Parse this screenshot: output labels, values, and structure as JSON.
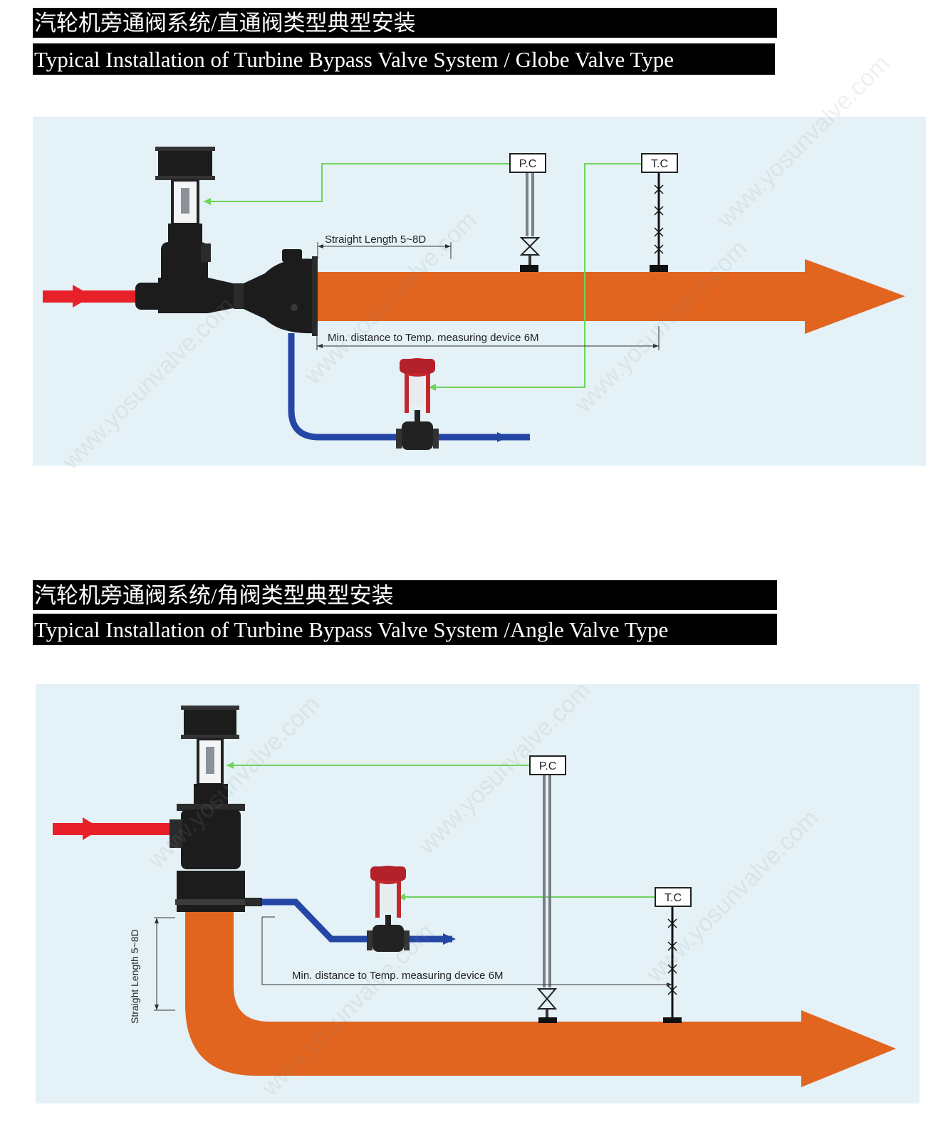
{
  "section1": {
    "title_cn": "汽轮机旁通阀系统/直通阀类型典型安装",
    "title_en": "Typical Installation of Turbine Bypass Valve System / Globe Valve Type",
    "pc_label": "P.C",
    "tc_label": "T.C",
    "straight_length": "Straight Length 5~8D",
    "min_distance": "Min. distance to Temp. measuring device 6M"
  },
  "section2": {
    "title_cn": "汽轮机旁通阀系统/角阀类型典型安装",
    "title_en": "Typical Installation of Turbine Bypass Valve System /Angle Valve Type",
    "pc_label": "P.C",
    "tc_label": "T.C",
    "straight_length": "Straight Length 5~8D",
    "min_distance": "Min. distance to Temp. measuring device 6M"
  },
  "watermark": "www.yosunvalve.com",
  "colors": {
    "steam_pipe": "#e1641f",
    "inlet": "#e8202a",
    "water_pipe": "#2447a6",
    "signal_line": "#6fd35a",
    "panel_bg": "#e4f1f6",
    "valve_body": "#1c1c1c",
    "actuator_red": "#c3272e"
  }
}
